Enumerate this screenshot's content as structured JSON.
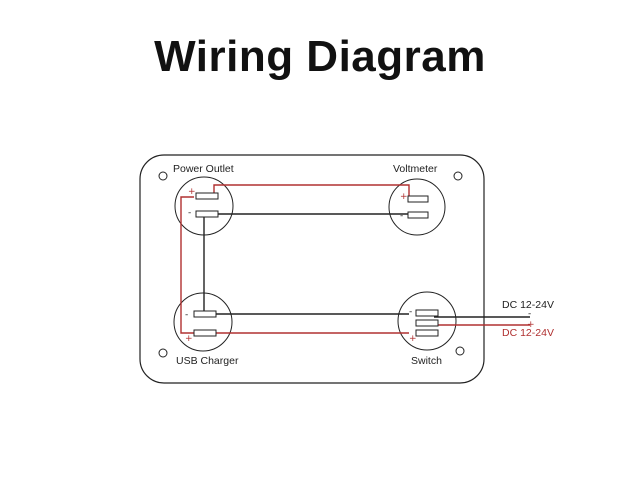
{
  "title": "Wiring Diagram",
  "components": {
    "power_outlet": "Power Outlet",
    "voltmeter": "Voltmeter",
    "usb_charger": "USB Charger",
    "switch": "Switch"
  },
  "supply": {
    "negative_label": "DC 12-24V",
    "positive_label": "DC 12-24V",
    "negative_sign": "-",
    "positive_sign": "+"
  },
  "terminal_signs": {
    "plus": "+",
    "minus": "-"
  },
  "colors": {
    "positive_wire": "#b03030",
    "negative_wire": "#222222",
    "panel_outline": "#222222"
  }
}
